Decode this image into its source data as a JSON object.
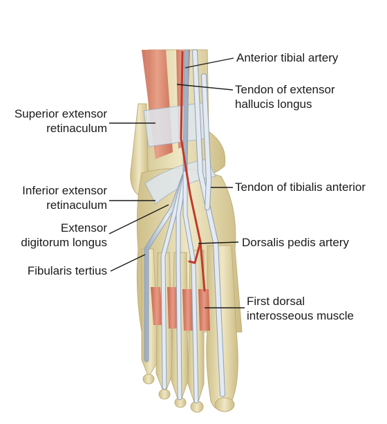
{
  "labels": {
    "anterior_tibial_artery": [
      "Anterior tibial artery"
    ],
    "tendon_extensor_hallucis_longus": [
      "Tendon of extensor",
      "hallucis longus"
    ],
    "superior_extensor_retinaculum": [
      "Superior extensor",
      "retinaculum"
    ],
    "tendon_tibialis_anterior": [
      "Tendon of tibialis anterior"
    ],
    "inferior_extensor_retinaculum": [
      "Inferior extensor",
      "retinaculum"
    ],
    "extensor_digitorum_longus": [
      "Extensor",
      "digitorum longus"
    ],
    "dorsalis_pedis_artery": [
      "Dorsalis pedis artery"
    ],
    "fibularis_tertius": [
      "Fibularis tertius"
    ],
    "first_dorsal_interosseous_muscle": [
      "First dorsal",
      "interosseous muscle"
    ]
  },
  "colors": {
    "bone": "#e6ddb4",
    "bone_edge": "#bfae78",
    "muscle": "#d9806b",
    "tendon": "#c9d4e0",
    "tendon_edge": "#8f9fb3",
    "artery": "#c0392b",
    "leader": "#1a1a1a"
  }
}
